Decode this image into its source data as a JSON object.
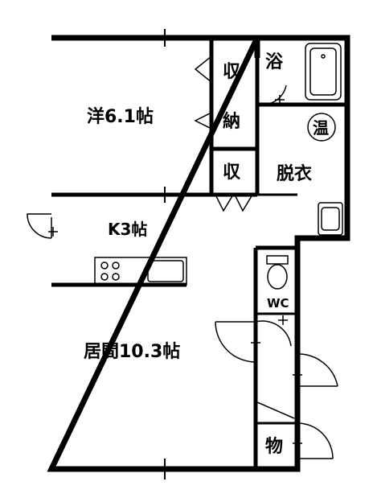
{
  "rooms": {
    "western": "洋6.1帖",
    "kitchen": "K3帖",
    "living": "居間10.3帖",
    "closet_top": "収",
    "closet_top2": "納",
    "closet_small": "収",
    "bath": "浴",
    "water_heater": "温",
    "dressing": "脱衣",
    "toilet": "WC",
    "storage": "物"
  }
}
